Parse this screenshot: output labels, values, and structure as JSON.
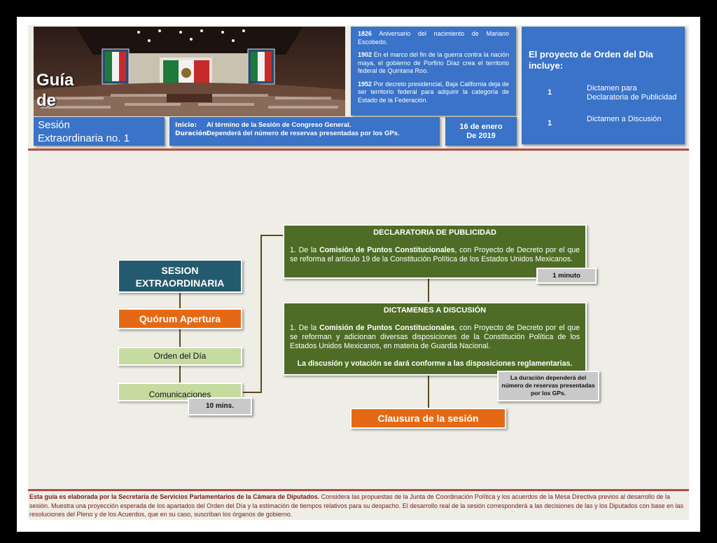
{
  "header": {
    "guide_title": "Guía de",
    "history": [
      {
        "year": "1826",
        "text": "Aniversario del nacimiento de Mariano Escobedo."
      },
      {
        "year": "1902",
        "text": "En el marco del fin de la guerra contra la nación maya, el gobierno de Porfirio Díaz crea el territorio federal de Quintana Roo."
      },
      {
        "year": "1952",
        "text": "Por decreto presidencial, Baja California deja de ser territorio federal para adquirir la categoría de Estado de la Federación."
      }
    ],
    "project": {
      "title": "El proyecto de Orden del Día incluye:",
      "items": [
        {
          "count": "1",
          "label": "Dictamen para Declaratoria de Publicidad"
        },
        {
          "count": "1",
          "label": "Dictamen a Discusión"
        }
      ]
    },
    "session": {
      "line1": "Sesión",
      "line2": "Extraordinaria no. 1"
    },
    "inicio": {
      "label": "Inicio:",
      "value": "Al término de la Sesión de Congreso General."
    },
    "duracion": {
      "label": "Duración:",
      "value": "Dependerá del número de reservas presentadas por los GPs."
    },
    "date": {
      "line1": "16 de enero",
      "line2": "De 2019"
    }
  },
  "diagram": {
    "session_box": "SESION EXTRAORDINARIA",
    "quorum": "Quórum Apertura",
    "orden": "Orden del Día",
    "comunicaciones": "Comunicaciones",
    "comunicaciones_time": "10 mins.",
    "declaratoria": {
      "title": "DECLARATORIA DE PUBLICIDAD",
      "prefix": "1. De la ",
      "commission": "Comisión de Puntos Constitucionales",
      "text": ", con Proyecto de Decreto por el que se reforma el artículo 19 de la Constitución Política de los Estados Unidos Mexicanos.",
      "time": "1 minuto"
    },
    "dictamenes": {
      "title": "DICTAMENES A DISCUSIÓN",
      "prefix": "1. De la ",
      "commission": "Comisión de Puntos Constitucionales",
      "text": ", con Proyecto de Decreto por el que se reforman y adicionan diversas disposiciones de la Constitución Política de los Estados Unidos Mexicanos, en materia de Guardia Nacional.",
      "note": "La discusión y votación se dará conforme a las disposiciones reglamentarias.",
      "time": "La duración dependerá del número de reservas presentadas por los GPs."
    },
    "clausura": "Clausura de la sesión"
  },
  "footer": {
    "bold": "Esta guía es elaborada por la Secretaría de Servicios Parlamentarios de la Cámara de Diputados.",
    "text": " Considera las propuestas de la Junta de Coordinación Política y los acuerdos de la Mesa Directiva previos al desarrollo de la sesión. Muestra una proyección esperada de los apartados del Orden del Día y la estimación de tiempos relativos para su despacho. El desarrollo real de la sesión corresponderá a las decisiones de las y los Diputados con base en las resoluciones del Pleno y de los Acuerdos, que en su caso, suscriban los órganos de gobierno."
  },
  "colors": {
    "blue": "#3a73c8",
    "navy": "#245a6e",
    "orange": "#e56914",
    "green": "#4e6c25",
    "light_green": "#c6dba0",
    "gray": "#c9c9c9",
    "accent_red": "#b44a45"
  }
}
